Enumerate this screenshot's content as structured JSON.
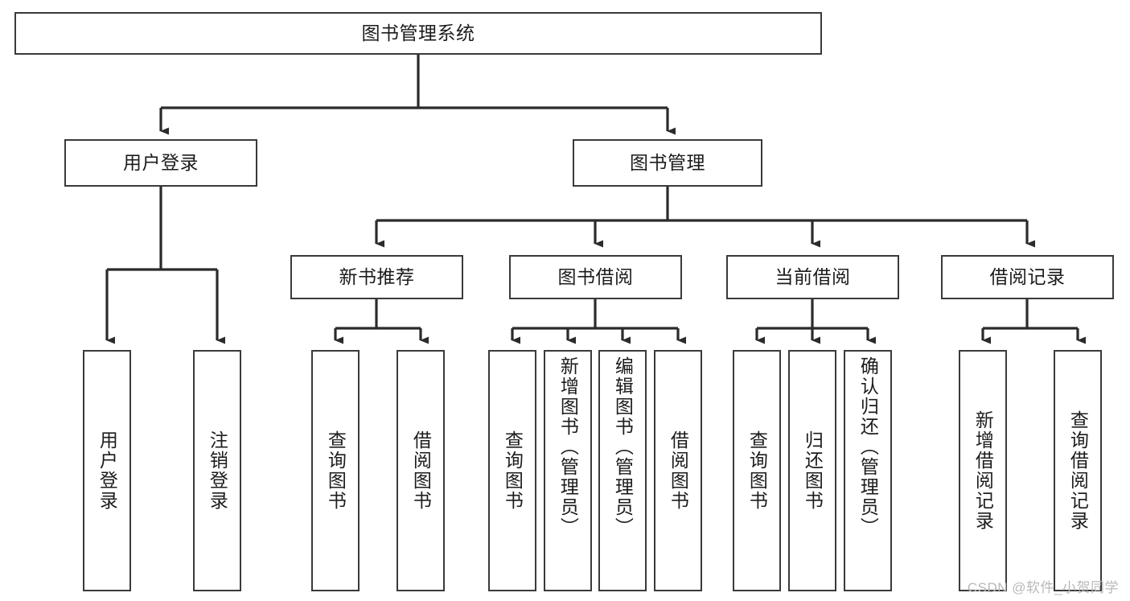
{
  "diagram": {
    "type": "tree-hierarchy",
    "title": "图书管理系统",
    "root": {
      "label": "图书管理系统"
    },
    "level1": [
      {
        "label": "用户登录"
      },
      {
        "label": "图书管理"
      }
    ],
    "level2": [
      {
        "label": "新书推荐"
      },
      {
        "label": "图书借阅"
      },
      {
        "label": "当前借阅"
      },
      {
        "label": "借阅记录"
      }
    ],
    "leaves": {
      "user_login": [
        {
          "label": "用户登录"
        },
        {
          "label": "注销登录"
        }
      ],
      "new_book_recommend": [
        {
          "label": "查询图书"
        },
        {
          "label": "借阅图书"
        }
      ],
      "book_borrow": [
        {
          "label": "查询图书"
        },
        {
          "label": "新增图书（管理员）"
        },
        {
          "label": "编辑图书（管理员）"
        },
        {
          "label": "借阅图书"
        }
      ],
      "current_borrow": [
        {
          "label": "查询图书"
        },
        {
          "label": "归还图书"
        },
        {
          "label": "确认归还（管理员）"
        }
      ],
      "borrow_record": [
        {
          "label": "新增借阅记录"
        },
        {
          "label": "查询借阅记录"
        }
      ]
    }
  },
  "watermark": {
    "text": "CSDN @软件_小贺同学"
  },
  "colors": {
    "box_border": "#3a3a3a",
    "box_fill": "#ffffff",
    "connector": "#2b2b2b",
    "text": "#1c1c1c",
    "watermark": "#b9b9b9"
  }
}
